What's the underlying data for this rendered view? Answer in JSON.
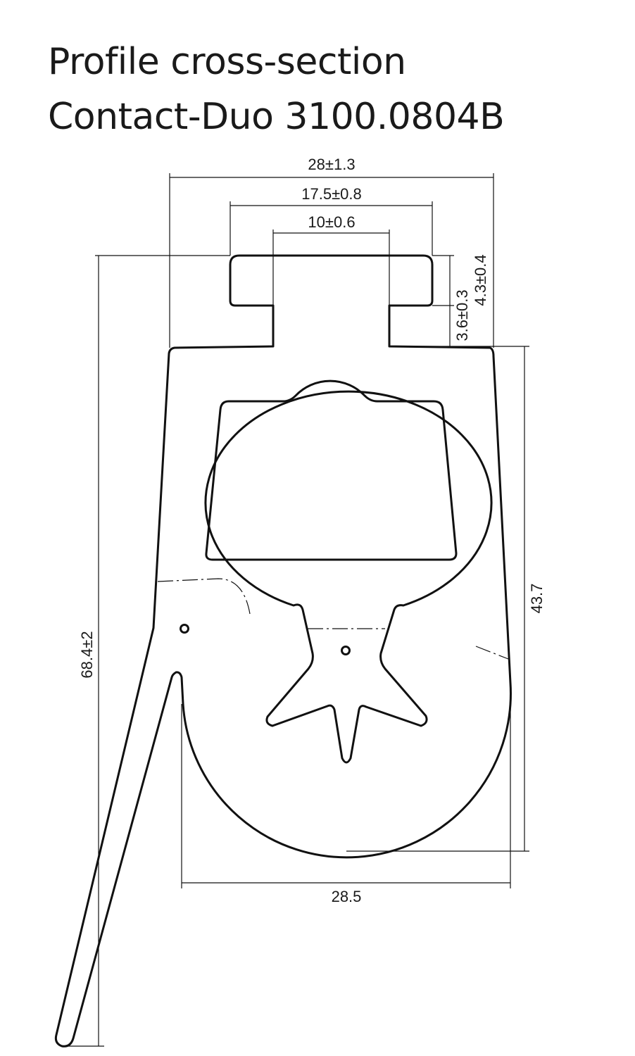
{
  "title": {
    "line1": "Profile cross-section",
    "line2": "Contact-Duo 3100.0804B"
  },
  "dimensions": {
    "overall_width": "28±1.3",
    "flange_width": "17.5±0.8",
    "neck_width": "10±0.6",
    "neck_height": "3.6±0.3",
    "head_height": "4.3±0.4",
    "total_height": "68.4±2",
    "body_height": "43.7",
    "bulb_width": "28.5"
  }
}
